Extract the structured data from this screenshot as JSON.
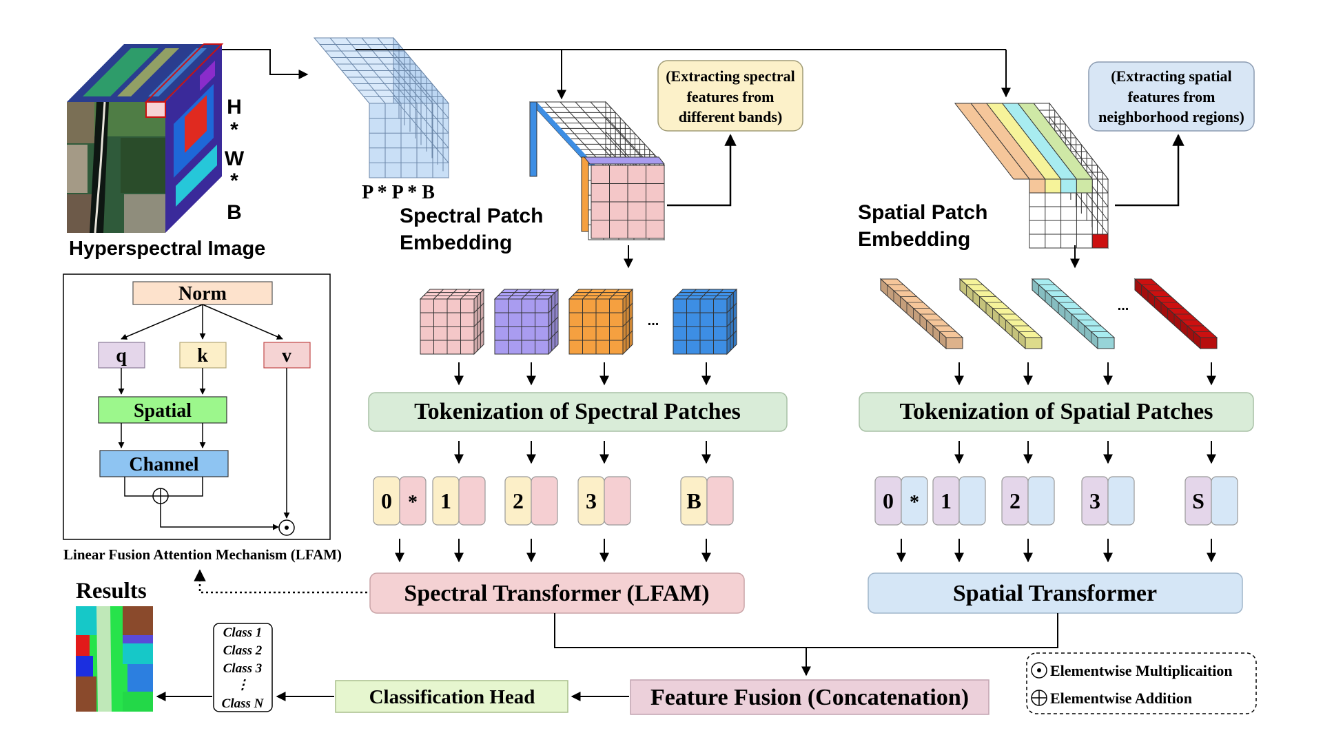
{
  "hsi": {
    "dims": [
      "H",
      "*",
      "W",
      "*",
      "B"
    ],
    "label": "Hyperspectral Image"
  },
  "patch": {
    "label": "P * P * B"
  },
  "spectral": {
    "embedding_title": [
      "Spectral Patch",
      "Embedding"
    ],
    "callout": [
      "(Extracting spectral",
      "features from",
      "different bands)"
    ],
    "tokenization": "Tokenization of Spectral Patches",
    "tokens": [
      "0",
      "*",
      "1",
      "2",
      "3",
      "B"
    ],
    "ellipsis": "...",
    "transformer": "Spectral Transformer (LFAM)",
    "cube_colors": [
      "#f4c7c8",
      "#a99cf0",
      "#f5a040",
      "#3d8ee4"
    ]
  },
  "spatial": {
    "embedding_title": [
      "Spatial Patch",
      "Embedding"
    ],
    "callout": [
      "(Extracting spatial",
      "features from",
      "neighborhood regions)"
    ],
    "tokenization": "Tokenization of Spatial Patches",
    "tokens": [
      "0",
      "*",
      "1",
      "2",
      "3",
      "S"
    ],
    "ellipsis": "...",
    "transformer": "Spatial Transformer",
    "bar_colors": [
      "#f5c69a",
      "#f6f39a",
      "#a8ecf0",
      "#cc1010"
    ]
  },
  "lfam": {
    "norm": "Norm",
    "q": "q",
    "k": "k",
    "v": "v",
    "spatial": "Spatial",
    "channel": "Channel",
    "caption": "Linear Fusion Attention Mechanism (LFAM)"
  },
  "results": {
    "title": "Results",
    "classes": [
      "Class 1",
      "Class 2",
      "Class 3",
      "⋮",
      "Class N"
    ]
  },
  "fusion": "Feature Fusion (Concatenation)",
  "head": "Classification Head",
  "legend": {
    "mult": "Elementwise Multiplicaition",
    "add": "Elementwise Addition"
  },
  "colors": {
    "green_box": "#d9ecd8",
    "pink_box": "#f4d1d3",
    "blue_box": "#d5e6f6",
    "token_yellow": "#fcefc8",
    "token_pink": "#f5cfd2",
    "token_purple": "#e4d6ea",
    "token_blue": "#d6e7f7"
  }
}
